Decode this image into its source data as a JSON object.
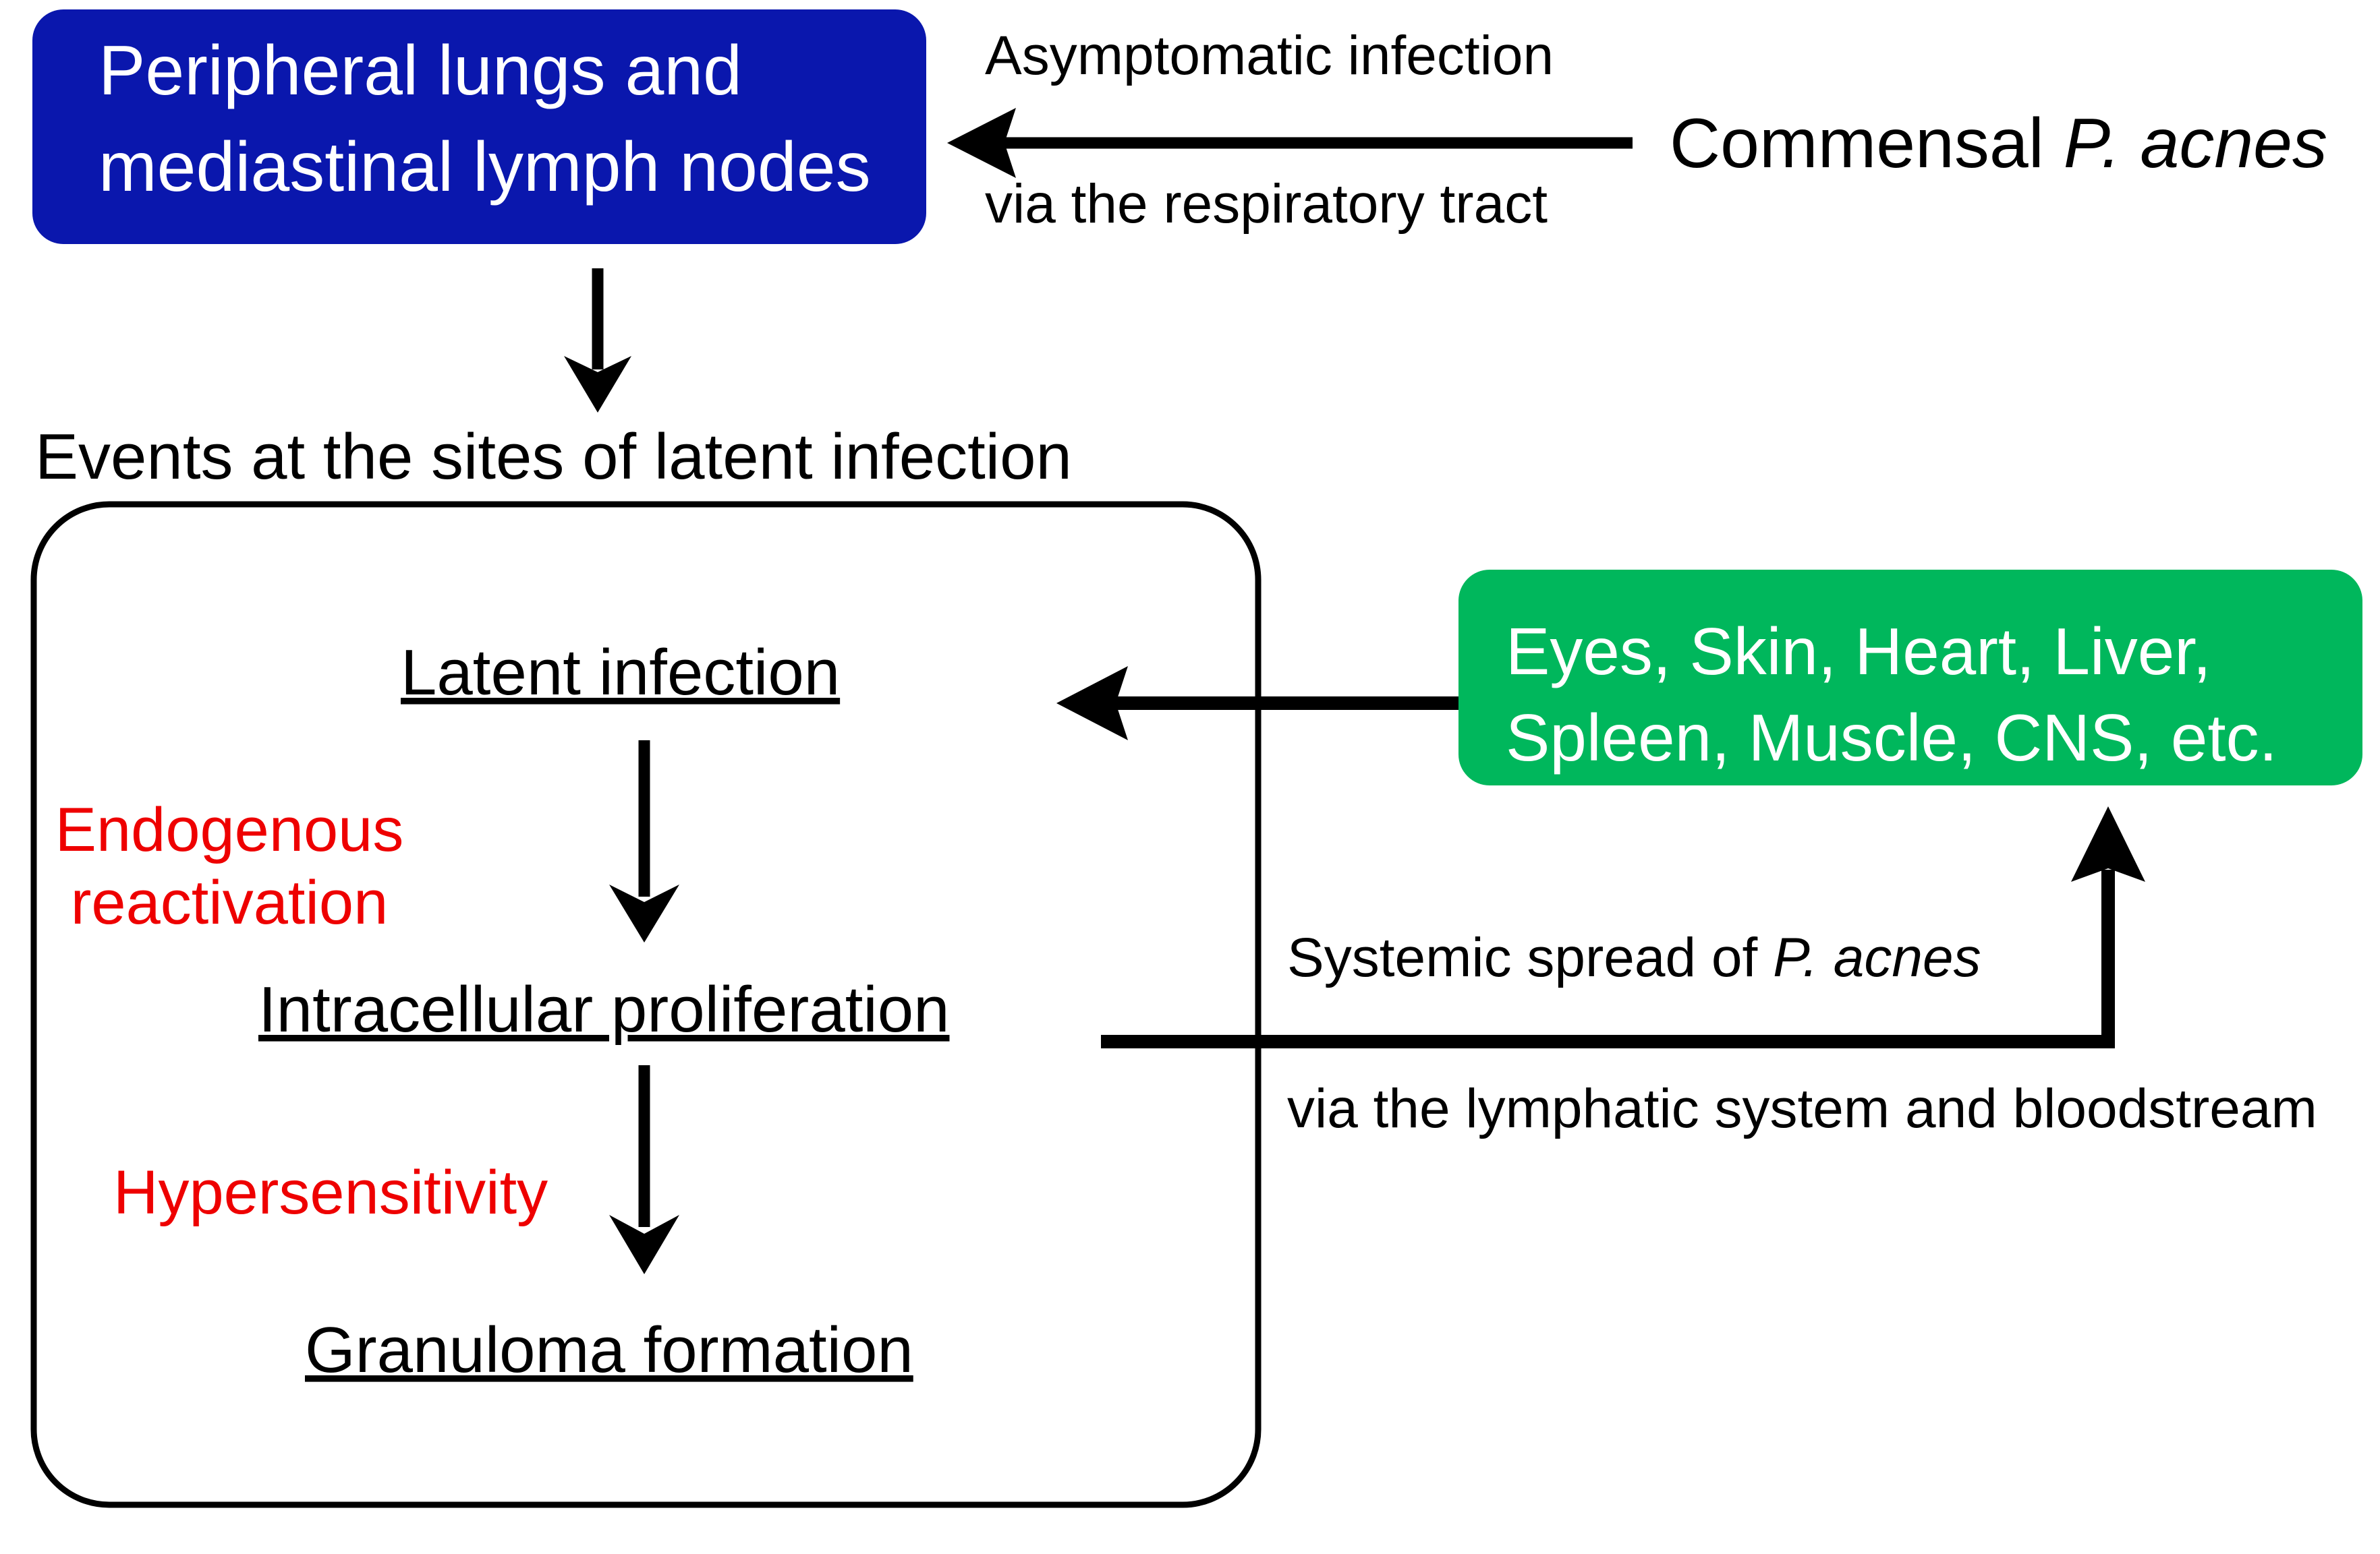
{
  "diagram": {
    "title_text": "Events at the sites of latent infection",
    "colors": {
      "blue_box": "#0A17AD",
      "green_box": "#00B75C",
      "red_text": "#EE0000",
      "black": "#000000",
      "white": "#FFFFFF",
      "background": "#FFFFFF"
    },
    "nodes": {
      "lungs_box": {
        "line1": "Peripheral lungs and",
        "line2": "mediastinal lymph nodes",
        "fill": "#0A17AD",
        "text_color": "#FFFFFF"
      },
      "organs_box": {
        "line1": "Eyes, Skin, Heart, Liver,",
        "line2": "Spleen, Muscle, CNS, etc.",
        "fill": "#00B75C",
        "text_color": "#FFFFFF"
      },
      "commensal": {
        "plain": "Commensal ",
        "italic": "P. acnes"
      },
      "steps": [
        {
          "label": "Latent infection",
          "underlined": true
        },
        {
          "label": "Intracellular proliferation",
          "underlined": true
        },
        {
          "label": "Granuloma formation",
          "underlined": true
        }
      ],
      "annotations": [
        {
          "line1": "Endogenous",
          "line2": "reactivation",
          "color": "#EE0000"
        },
        {
          "line1": "Hypersensitivity",
          "line2": "",
          "color": "#EE0000"
        }
      ]
    },
    "edges": {
      "asymptomatic": {
        "above": "Asymptomatic infection",
        "below": "via the respiratory tract"
      },
      "systemic": {
        "plain_before": "Systemic spread of ",
        "italic": "P. acnes",
        "below": "via the lymphatic system and bloodstream"
      }
    }
  }
}
